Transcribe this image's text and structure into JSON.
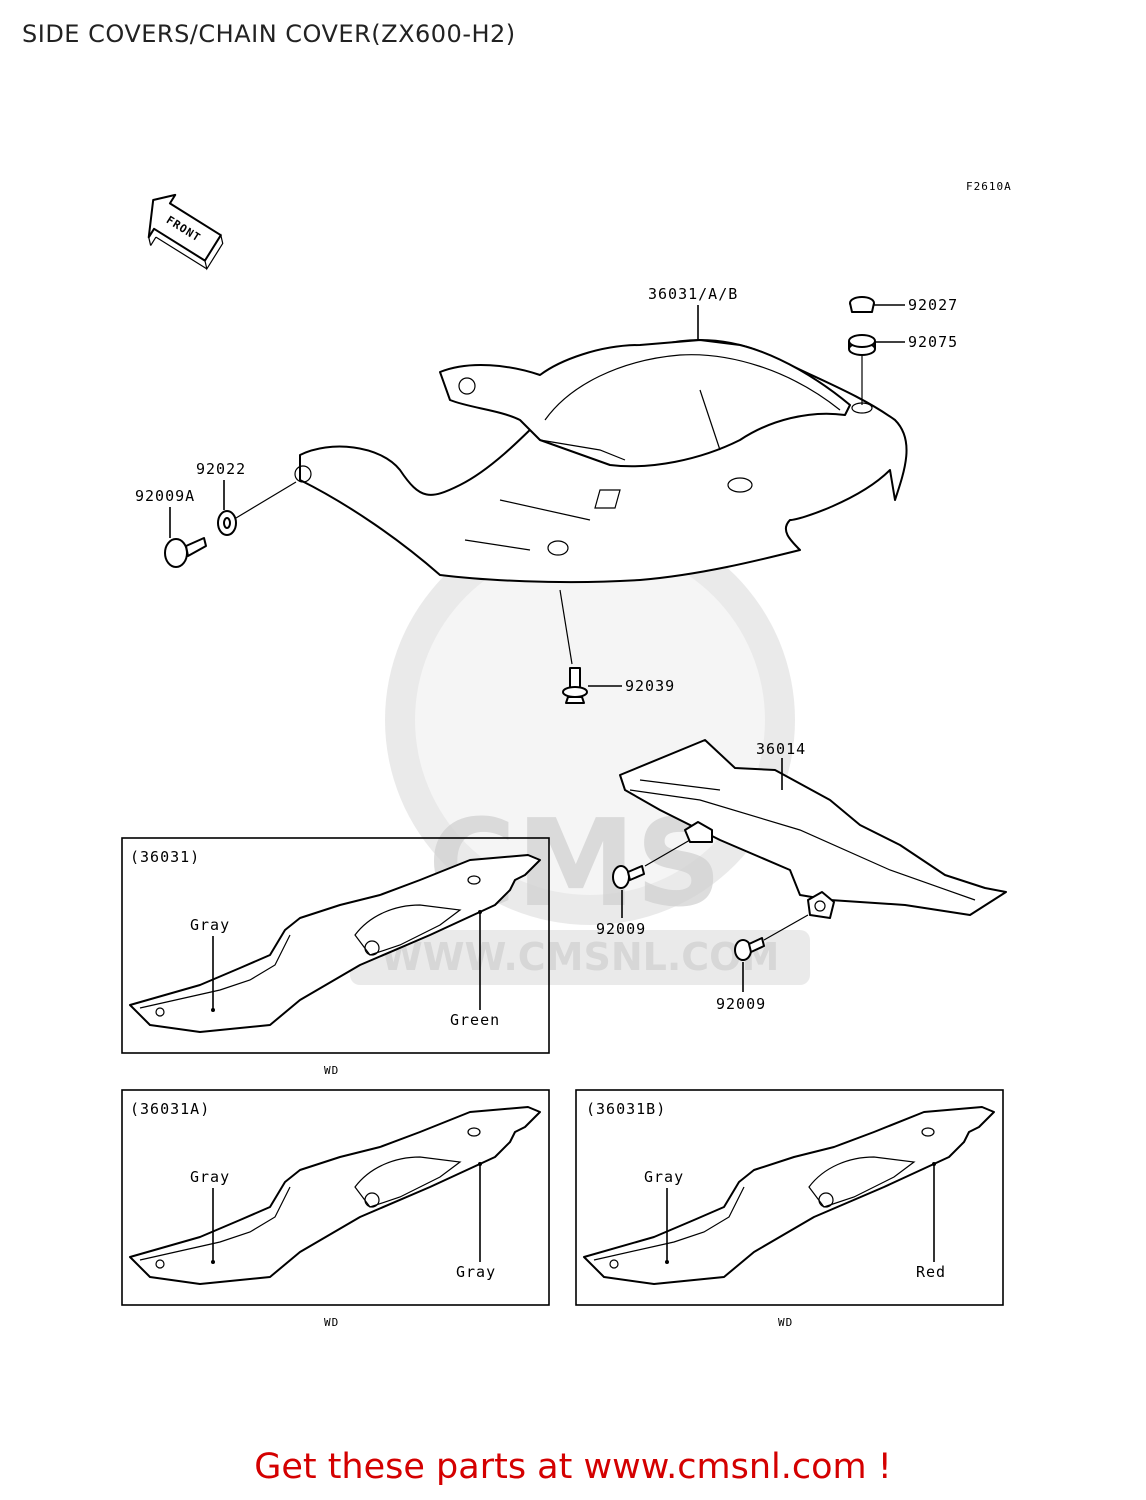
{
  "title": "SIDE COVERS/CHAIN COVER(ZX600-H2)",
  "diagram_code": "F2610A",
  "front_arrow_label": "FRONT",
  "parts": {
    "p36031": "36031/A/B",
    "p92027": "92027",
    "p92075": "92075",
    "p92022": "92022",
    "p92009A": "92009A",
    "p92039": "92039",
    "p36014": "36014",
    "p92009_top": "92009",
    "p92009_bottom": "92009"
  },
  "insets": [
    {
      "label": "(36031)",
      "color_left": "Gray",
      "color_right": "Green",
      "caption": "WD"
    },
    {
      "label": "(36031A)",
      "color_left": "Gray",
      "color_right": "Gray",
      "caption": "WD"
    },
    {
      "label": "(36031B)",
      "color_left": "Gray",
      "color_right": "Red",
      "caption": "WD"
    }
  ],
  "watermark": "WWW.CMSNL.COM",
  "watermark_logo": "CMS",
  "footer": "Get these parts at www.cmsnl.com !"
}
